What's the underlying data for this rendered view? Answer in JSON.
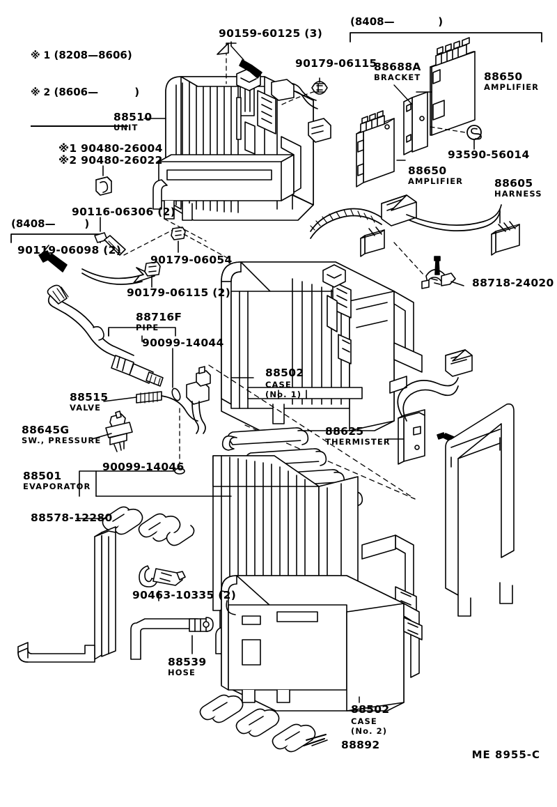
{
  "document": {
    "type": "parts-catalog-exploded-diagram",
    "drawing_code": "ME  8955-C"
  },
  "legend": {
    "line1_mark": "※ 1",
    "line1_range": "(8208—8606)",
    "line2_mark": "※ 2",
    "line2_range": "(8606—          )"
  },
  "range_groups": [
    {
      "id": "top_right",
      "text": "(8408—            )"
    },
    {
      "id": "left_mid",
      "text": "(8408—        )"
    }
  ],
  "labels": [
    {
      "id": "l_90159_60125",
      "pn": "90159-60125 (3)",
      "sub": ""
    },
    {
      "id": "l_90179_06115_top",
      "pn": "90179-06115",
      "sub": ""
    },
    {
      "id": "l_88688A",
      "pn": "88688A",
      "sub": "BRACKET"
    },
    {
      "id": "l_88650_right",
      "pn": "88650",
      "sub": "AMPLIFIER"
    },
    {
      "id": "l_93590_56014",
      "pn": "93590-56014",
      "sub": ""
    },
    {
      "id": "l_88510",
      "pn": "88510",
      "sub": "UNIT"
    },
    {
      "id": "l_90480_1",
      "pn": "※1 90480-26004",
      "sub": ""
    },
    {
      "id": "l_90480_2",
      "pn": "※2 90480-26022",
      "sub": ""
    },
    {
      "id": "l_88650_mid",
      "pn": "88650",
      "sub": "AMPLIFIER"
    },
    {
      "id": "l_88605",
      "pn": "88605",
      "sub": "HARNESS"
    },
    {
      "id": "l_90116_06306",
      "pn": "90116-06306 (2)",
      "sub": ""
    },
    {
      "id": "l_90119_06098",
      "pn": "90119-06098 (2)",
      "sub": ""
    },
    {
      "id": "l_90179_06054",
      "pn": "90179-06054",
      "sub": ""
    },
    {
      "id": "l_90179_06115_2",
      "pn": "90179-06115 (2)",
      "sub": ""
    },
    {
      "id": "l_88718_24020",
      "pn": "88718-24020",
      "sub": ""
    },
    {
      "id": "l_88716F",
      "pn": "88716F",
      "sub": "PIPE"
    },
    {
      "id": "l_90099_14044",
      "pn": "90099-14044",
      "sub": ""
    },
    {
      "id": "l_88502_no1",
      "pn": "88502",
      "sub": "CASE\n(No. 1)"
    },
    {
      "id": "l_88515",
      "pn": "88515",
      "sub": "VALVE"
    },
    {
      "id": "l_88645G",
      "pn": "88645G",
      "sub": "SW., PRESSURE"
    },
    {
      "id": "l_88625",
      "pn": "88625",
      "sub": "THERMISTER"
    },
    {
      "id": "l_90099_14046",
      "pn": "90099-14046",
      "sub": ""
    },
    {
      "id": "l_88501",
      "pn": "88501",
      "sub": "EVAPORATOR"
    },
    {
      "id": "l_88578_12280",
      "pn": "88578-12280",
      "sub": ""
    },
    {
      "id": "l_90463_10335",
      "pn": "90463-10335 (2)",
      "sub": ""
    },
    {
      "id": "l_88539",
      "pn": "88539",
      "sub": "HOSE"
    },
    {
      "id": "l_88502_no2",
      "pn": "88502",
      "sub": "CASE\n(No. 2)"
    },
    {
      "id": "l_88892",
      "pn": "88892",
      "sub": ""
    }
  ]
}
